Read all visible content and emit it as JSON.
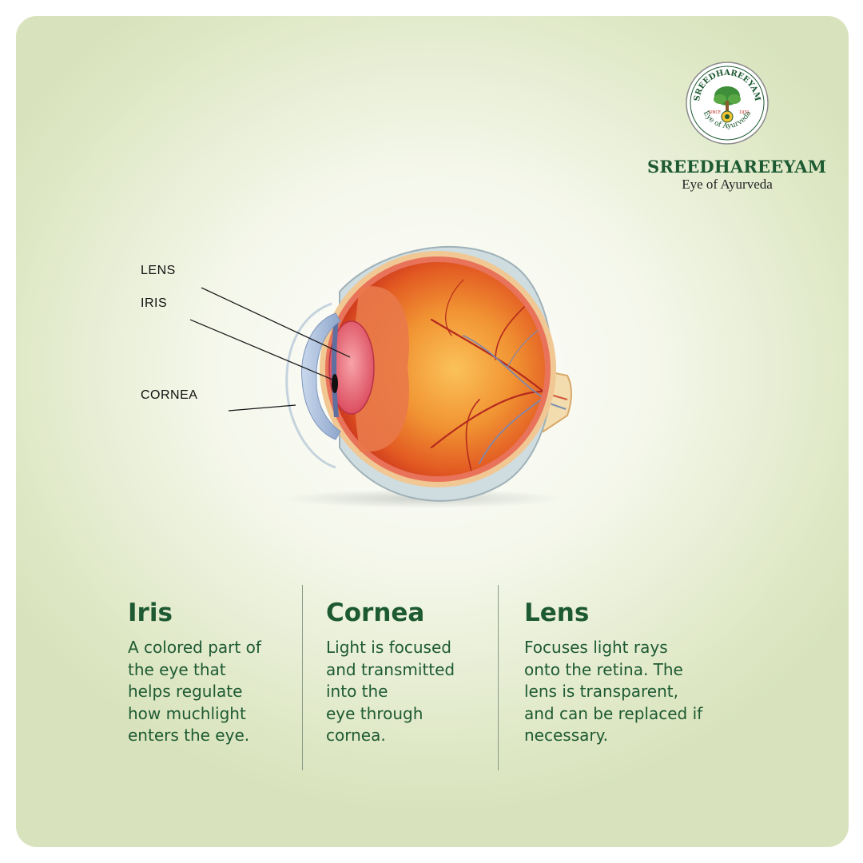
{
  "brand": {
    "seal_text": "SREEDHAREEYAM",
    "seal_since": "SINCE",
    "seal_year": "1931",
    "seal_tagline": "Eye of Ayurveda",
    "name": "SREEDHAREEYAM",
    "tagline": "Eye of Ayurveda"
  },
  "diagram": {
    "labels": {
      "lens": "LENS",
      "iris": "IRIS",
      "cornea": "CORNEA"
    }
  },
  "info": [
    {
      "title": "Iris",
      "text": "A colored part of\nthe eye that\nhelps regulate\nhow muchlight\nenters the eye."
    },
    {
      "title": "Cornea",
      "text": "Light is focused\nand transmitted\ninto the\neye through\ncornea."
    },
    {
      "title": "Lens",
      "text": "Focuses light rays\nonto the retina. The\nlens is transparent,\nand can be replaced if\nnecessary."
    }
  ],
  "colors": {
    "brand_green": "#1d5a32",
    "background": "#dfe8c6",
    "eye_red": "#d9381f",
    "eye_orange": "#f4a23c"
  }
}
